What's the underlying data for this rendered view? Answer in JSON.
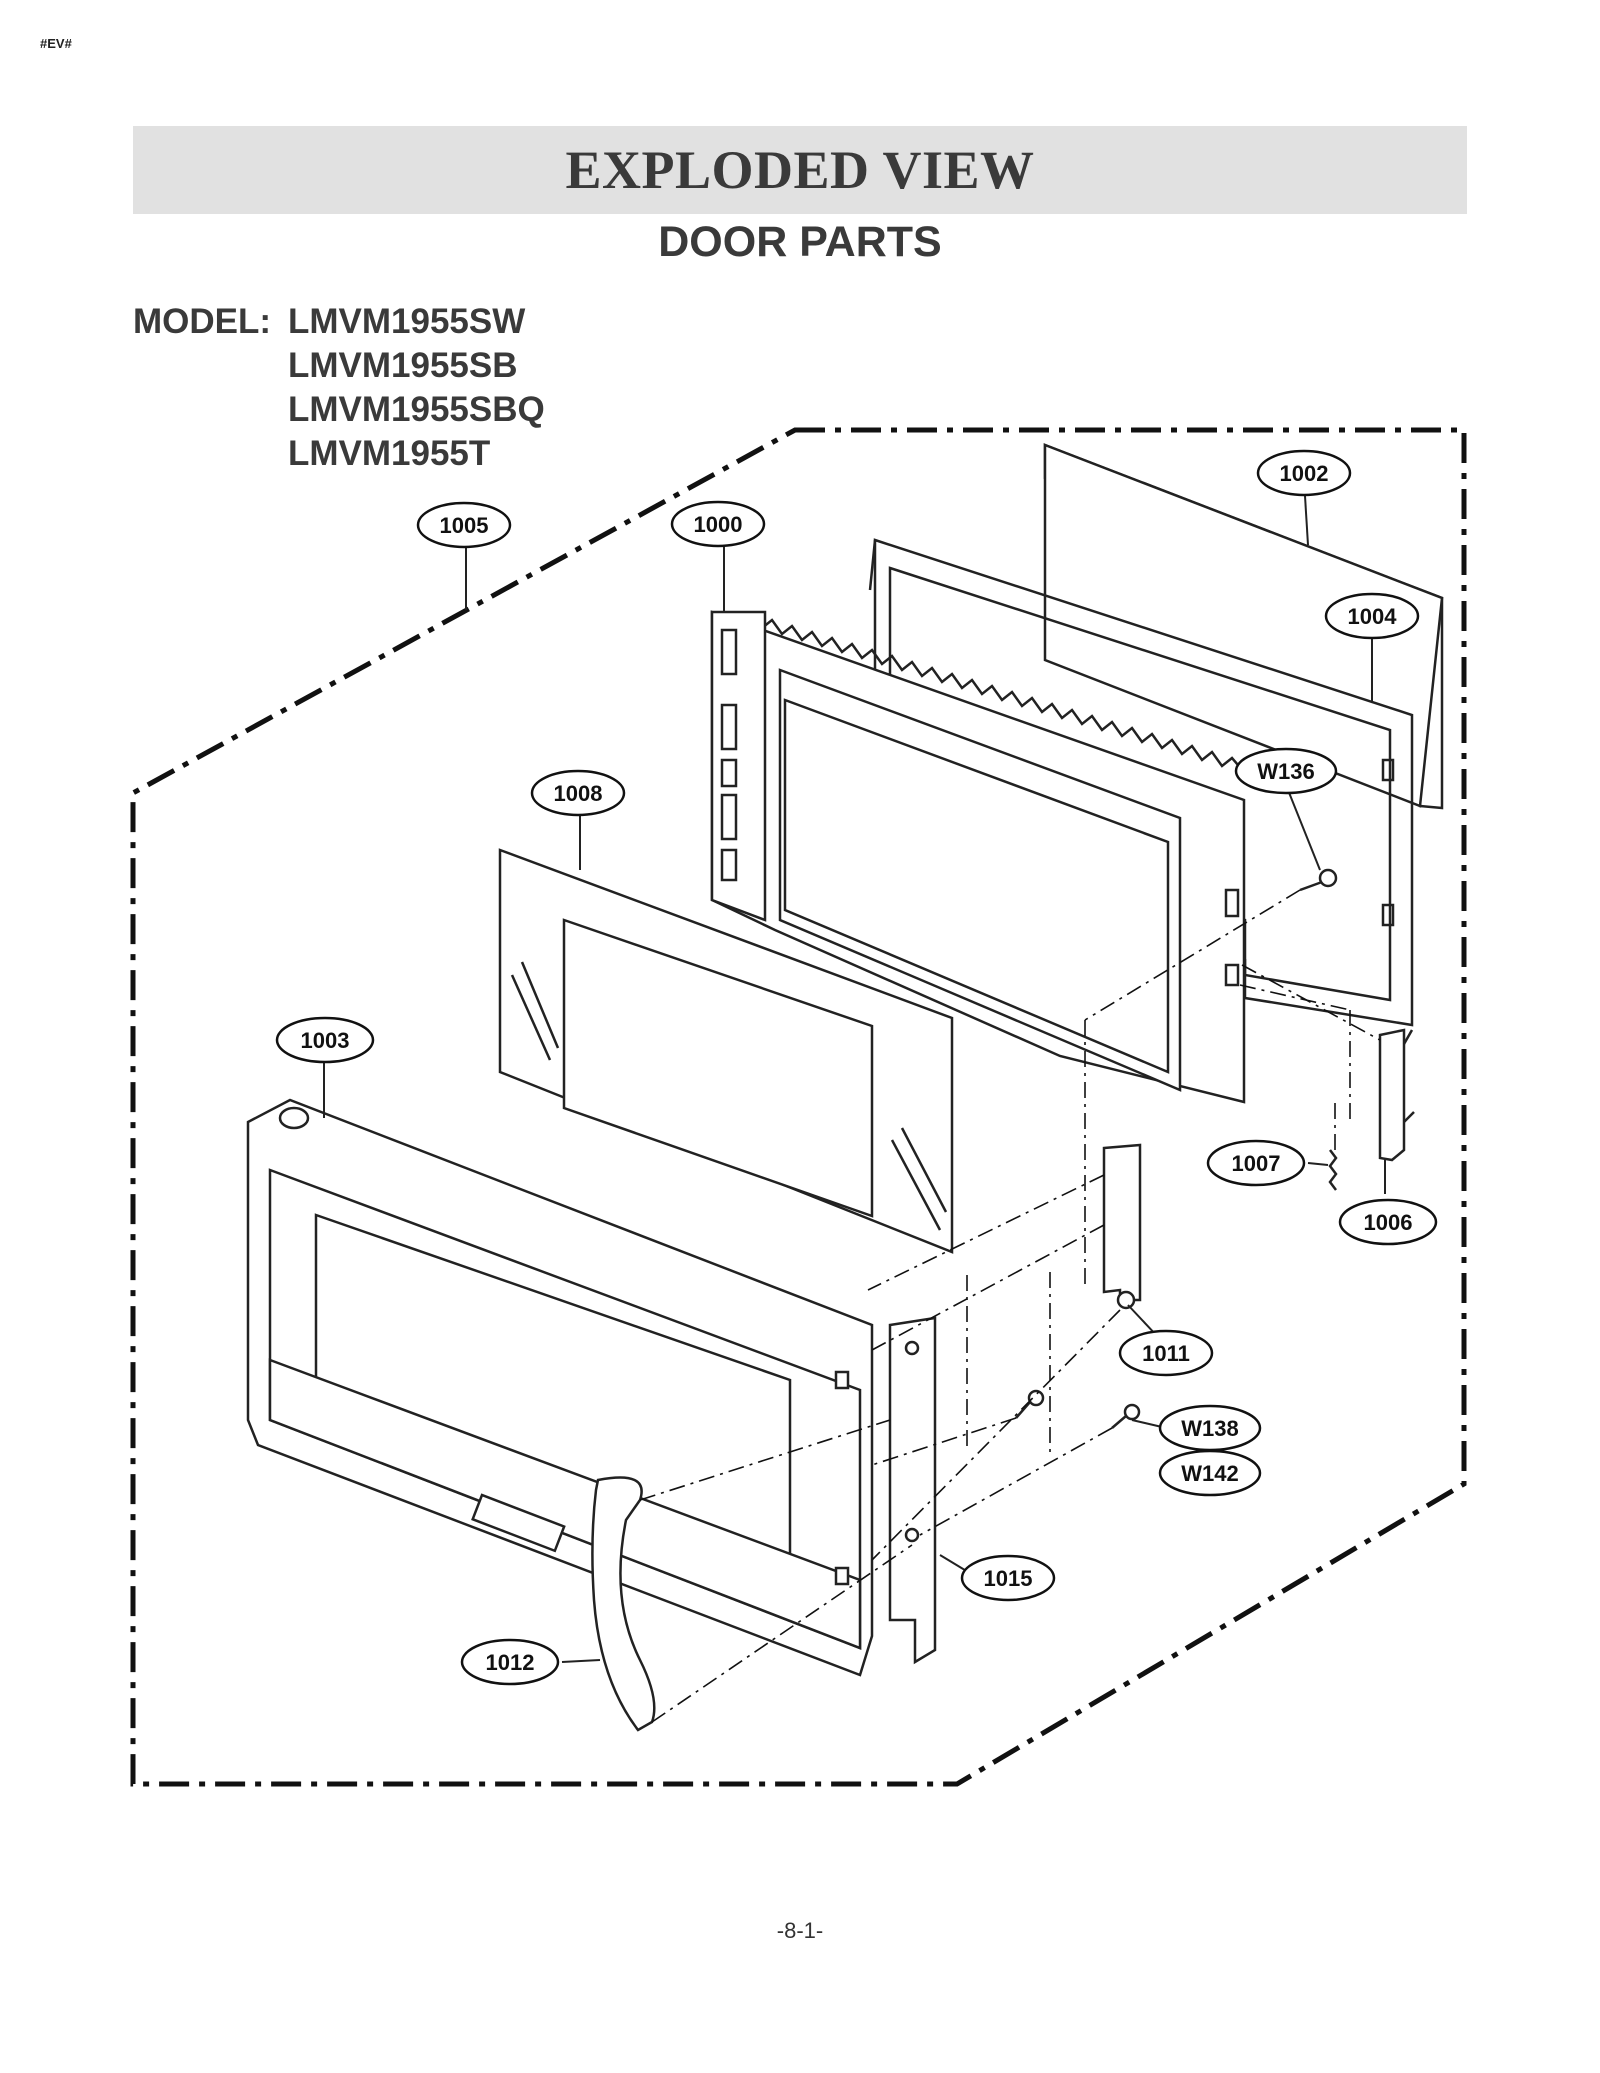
{
  "corner_tag": "#EV#",
  "header": {
    "title": "EXPLODED VIEW",
    "subtitle": "DOOR PARTS"
  },
  "model": {
    "label": "MODEL:",
    "numbers": [
      "LMVM1955SW",
      "LMVM1955SB",
      "LMVM1955SBQ",
      "LMVM1955T"
    ]
  },
  "callouts": {
    "c1002": "1002",
    "c1005": "1005",
    "c1000": "1000",
    "c1004": "1004",
    "cW136": "W136",
    "c1008": "1008",
    "c1003": "1003",
    "c1007": "1007",
    "c1006": "1006",
    "c1011": "1011",
    "cW138": "W138",
    "cW142": "W142",
    "c1015": "1015",
    "c1012": "1012"
  },
  "footer": {
    "page_number": "-8-1-"
  }
}
